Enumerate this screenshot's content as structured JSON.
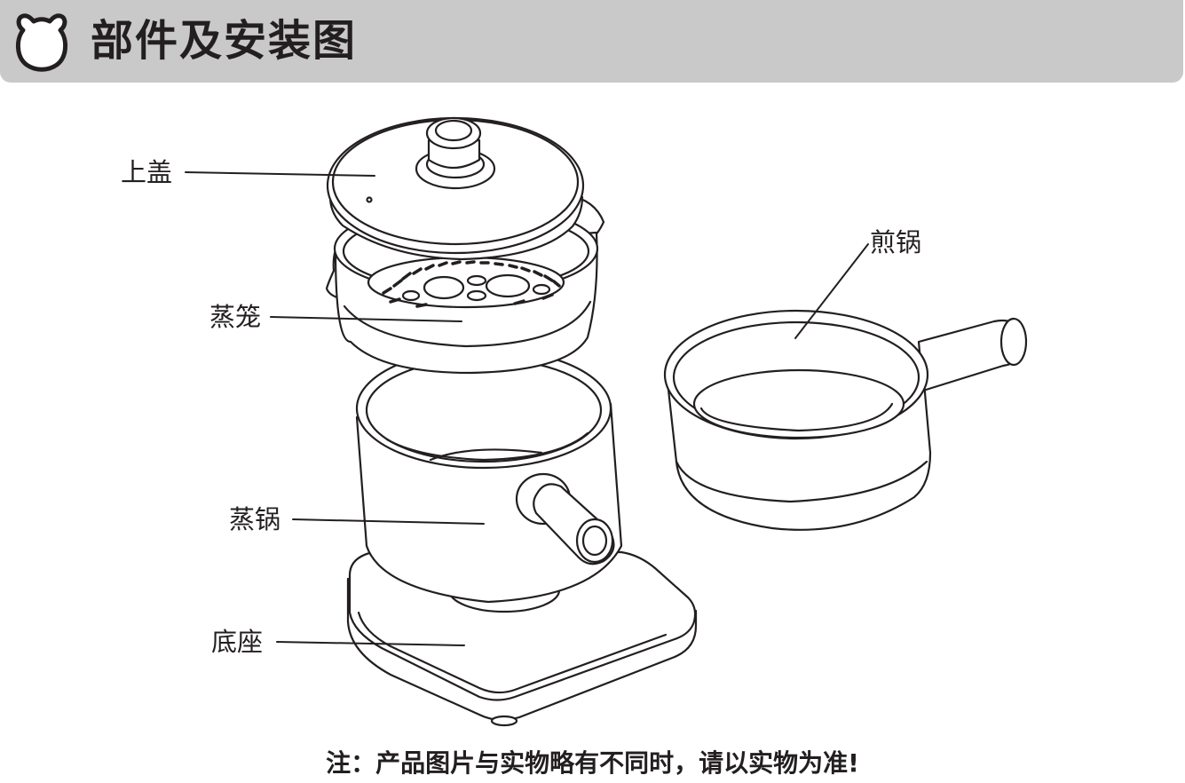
{
  "header": {
    "title": "部件及安装图",
    "background_color": "#c9c9ca",
    "icon": "bear-head-icon"
  },
  "diagram": {
    "parts": [
      {
        "key": "lid",
        "label": "上盖"
      },
      {
        "key": "steamer-basket",
        "label": "蒸笼"
      },
      {
        "key": "steam-pot",
        "label": "蒸锅"
      },
      {
        "key": "base",
        "label": "底座"
      },
      {
        "key": "frying-pan",
        "label": "煎锅"
      }
    ]
  },
  "footer": {
    "note": "注：产品图片与实物略有不同时，请以实物为准!"
  }
}
